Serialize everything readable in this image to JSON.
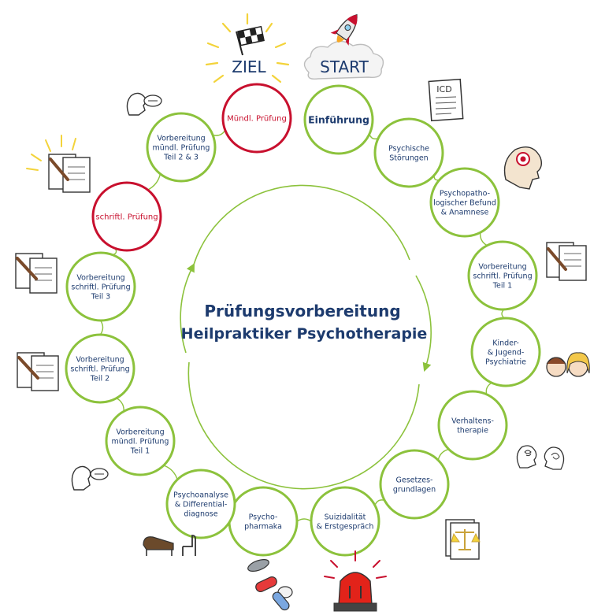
{
  "title": {
    "line1": "Prüfungsvorbereitung",
    "line2": "Heilpraktiker Psychotherapie"
  },
  "markers": {
    "goal": "ZIEL",
    "start": "START"
  },
  "icon_labels": {
    "icd": "ICD"
  },
  "colors": {
    "green": "#8cc23c",
    "red": "#c8102e",
    "navy": "#1d3b6e",
    "yellow": "#f3d33a"
  },
  "nodes": [
    {
      "lines": [
        "Einführung"
      ],
      "kind": "green",
      "emphasis": "bold"
    },
    {
      "lines": [
        "Psychische",
        "Störungen"
      ],
      "kind": "green"
    },
    {
      "lines": [
        "Psychopatho-",
        "logischer Befund",
        "& Anamnese"
      ],
      "kind": "green"
    },
    {
      "lines": [
        "Vorbereitung",
        "schriftl. Prüfung",
        "Teil 1"
      ],
      "kind": "green"
    },
    {
      "lines": [
        "Kinder-",
        "& Jugend-",
        "Psychiatrie"
      ],
      "kind": "green"
    },
    {
      "lines": [
        "Verhaltens-",
        "therapie"
      ],
      "kind": "green"
    },
    {
      "lines": [
        "Gesetzes-",
        "grundlagen"
      ],
      "kind": "green"
    },
    {
      "lines": [
        "Suizidalität",
        "& Erstgespräch"
      ],
      "kind": "green"
    },
    {
      "lines": [
        "Psycho-",
        "pharmaka"
      ],
      "kind": "green"
    },
    {
      "lines": [
        "Psychoanalyse",
        "& Differential-",
        "diagnose"
      ],
      "kind": "green"
    },
    {
      "lines": [
        "Vorbereitung",
        "mündl. Prüfung",
        "Teil 1"
      ],
      "kind": "green"
    },
    {
      "lines": [
        "Vorbereitung",
        "schriftl. Prüfung",
        "Teil 2"
      ],
      "kind": "green"
    },
    {
      "lines": [
        "Vorbereitung",
        "schriftl. Prüfung",
        "Teil 3"
      ],
      "kind": "green"
    },
    {
      "lines": [
        "schriftl. Prüfung"
      ],
      "kind": "red"
    },
    {
      "lines": [
        "Vorbereitung",
        "mündl. Prüfung",
        "Teil 2 & 3"
      ],
      "kind": "green"
    },
    {
      "lines": [
        "Mündl. Prüfung"
      ],
      "kind": "red"
    }
  ]
}
